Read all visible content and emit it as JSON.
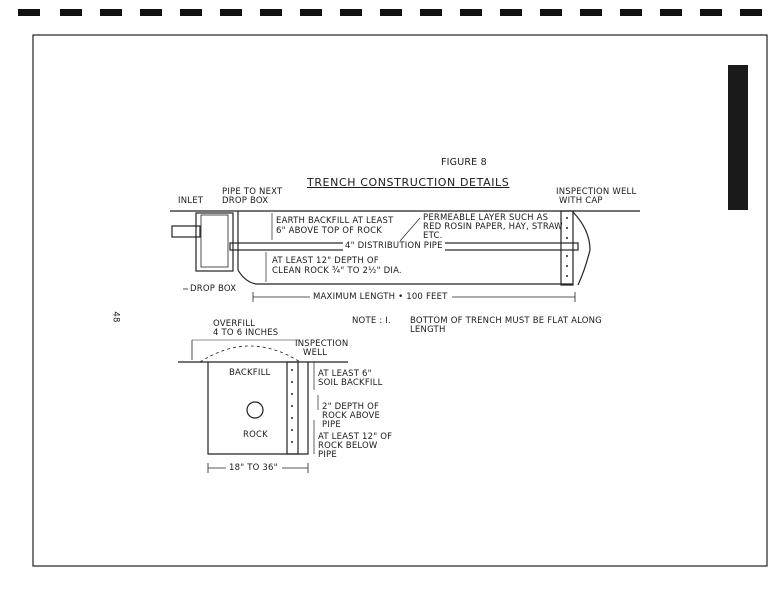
{
  "page_number": "48",
  "figure": {
    "label": "FIGURE 8",
    "title": "TRENCH CONSTRUCTION DETAILS"
  },
  "longitudinal": {
    "inlet": "INLET",
    "pipe_to_next": [
      "PIPE TO NEXT",
      "DROP BOX"
    ],
    "drop_box": "DROP BOX",
    "earth_backfill": [
      "EARTH BACKFILL AT LEAST",
      "6\" ABOVE TOP OF ROCK"
    ],
    "permeable_layer": [
      "PERMEABLE LAYER SUCH AS",
      "RED ROSIN PAPER, HAY, STRAW",
      "ETC."
    ],
    "distribution_pipe": "4\" DISTRIBUTION PIPE",
    "clean_rock": [
      "AT LEAST 12\" DEPTH OF",
      "CLEAN ROCK ¾\" TO 2½\" DIA."
    ],
    "inspection_well": [
      "INSPECTION WELL",
      "WITH CAP"
    ],
    "max_length": "MAXIMUM LENGTH • 100 FEET"
  },
  "note": {
    "label": "NOTE : I.",
    "text": [
      "BOTTOM OF TRENCH MUST BE FLAT ALONG",
      "LENGTH"
    ]
  },
  "cross_section": {
    "overfill": [
      "OVERFILL",
      "4 TO 6 INCHES"
    ],
    "inspection_well": [
      "INSPECTION",
      "WELL"
    ],
    "backfill": "BACKFILL",
    "rock": "ROCK",
    "soil_backfill": [
      "AT LEAST 6\"",
      "SOIL BACKFILL"
    ],
    "rock_above": [
      "2\" DEPTH OF",
      "ROCK ABOVE",
      "PIPE"
    ],
    "rock_below": [
      "AT LEAST 12\" OF",
      "ROCK BELOW",
      "PIPE"
    ],
    "width": "18\" TO 36\""
  }
}
